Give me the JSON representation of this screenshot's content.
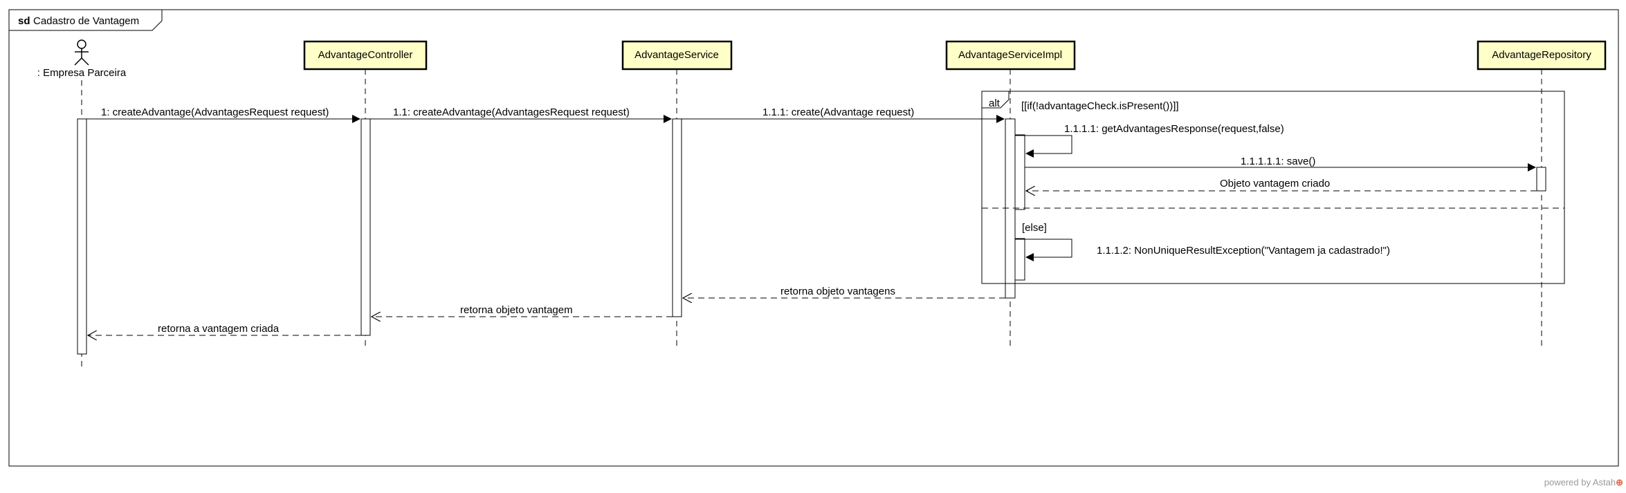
{
  "frame": {
    "keyword": "sd",
    "title": "Cadastro de Vantagem"
  },
  "actor": {
    "name": ": Empresa Parceira"
  },
  "lifelines": [
    {
      "id": "controller",
      "name": "AdvantageController"
    },
    {
      "id": "service",
      "name": "AdvantageService"
    },
    {
      "id": "impl",
      "name": "AdvantageServiceImpl"
    },
    {
      "id": "repo",
      "name": "AdvantageRepository"
    }
  ],
  "fragment": {
    "operator": "alt",
    "guard1": "[[if(!advantageCheck.isPresent())]]",
    "guard2": "[else]"
  },
  "messages": [
    {
      "id": "m1",
      "label": "1: createAdvantage(AdvantagesRequest request)"
    },
    {
      "id": "m2",
      "label": "1.1: createAdvantage(AdvantagesRequest request)"
    },
    {
      "id": "m3",
      "label": "1.1.1: create(Advantage request)"
    },
    {
      "id": "m4",
      "label": "1.1.1.1: getAdvantagesResponse(request,false)"
    },
    {
      "id": "m5",
      "label": "1.1.1.1.1: save()"
    },
    {
      "id": "m6",
      "label": "Objeto vantagem criado"
    },
    {
      "id": "m7",
      "label": "1.1.1.2: NonUniqueResultException(\"Vantagem ja cadastrado!\")"
    },
    {
      "id": "m8",
      "label": "retorna objeto vantagens"
    },
    {
      "id": "m9",
      "label": "retorna objeto vantagem"
    },
    {
      "id": "m10",
      "label": "retorna a vantagem criada"
    }
  ],
  "footer": {
    "text": "powered by Astah",
    "mark": "⊕"
  }
}
